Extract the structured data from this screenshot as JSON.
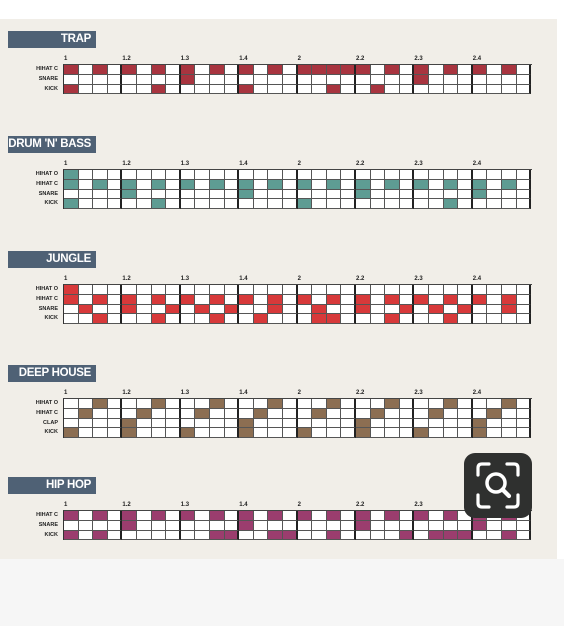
{
  "beat_labels": [
    "1",
    "1.2",
    "1.3",
    "1.4",
    "2",
    "2.2",
    "2.3",
    "2.4"
  ],
  "sections": [
    {
      "id": "trap",
      "title": "TRAP",
      "color": "#a8343f",
      "rows": [
        {
          "label": "HIHAT C",
          "hits": [
            0,
            2,
            4,
            6,
            8,
            10,
            12,
            14,
            16,
            17,
            18,
            19,
            20,
            22,
            24,
            26,
            28,
            30
          ]
        },
        {
          "label": "SNARE",
          "hits": [
            8,
            24
          ]
        },
        {
          "label": "KICK",
          "hits": [
            0,
            6,
            12,
            18,
            21
          ]
        }
      ]
    },
    {
      "id": "drum-n-bass",
      "title": "DRUM 'N' BASS",
      "color": "#5e9c93",
      "rows": [
        {
          "label": "HIHAT O",
          "hits": [
            0
          ]
        },
        {
          "label": "HIHAT C",
          "hits": [
            0,
            2,
            4,
            6,
            8,
            10,
            12,
            14,
            16,
            18,
            20,
            22,
            24,
            26,
            28,
            30
          ]
        },
        {
          "label": "SNARE",
          "hits": [
            4,
            12,
            20,
            28
          ]
        },
        {
          "label": "KICK",
          "hits": [
            0,
            6,
            16,
            26
          ]
        }
      ]
    },
    {
      "id": "jungle",
      "title": "JUNGLE",
      "color": "#d7393a",
      "rows": [
        {
          "label": "HIHAT O",
          "hits": [
            0
          ]
        },
        {
          "label": "HIHAT C",
          "hits": [
            0,
            2,
            4,
            6,
            8,
            10,
            12,
            14,
            16,
            18,
            20,
            22,
            24,
            26,
            28,
            30
          ]
        },
        {
          "label": "SNARE",
          "hits": [
            1,
            4,
            7,
            9,
            11,
            14,
            17,
            20,
            23,
            25,
            27,
            30
          ]
        },
        {
          "label": "KICK",
          "hits": [
            2,
            6,
            10,
            13,
            17,
            18,
            22,
            26
          ]
        }
      ]
    },
    {
      "id": "deep-house",
      "title": "DEEP HOUSE",
      "color": "#8c6e52",
      "rows": [
        {
          "label": "HIHAT O",
          "hits": [
            2,
            6,
            10,
            14,
            18,
            22,
            26,
            30
          ]
        },
        {
          "label": "HIHAT C",
          "hits": [
            1,
            5,
            9,
            13,
            17,
            21,
            25,
            29
          ]
        },
        {
          "label": "CLAP",
          "hits": [
            4,
            12,
            20,
            28
          ]
        },
        {
          "label": "KICK",
          "hits": [
            0,
            4,
            8,
            12,
            16,
            20,
            24,
            28
          ]
        }
      ]
    },
    {
      "id": "hip-hop",
      "title": "HIP HOP",
      "color": "#9b3d6e",
      "rows": [
        {
          "label": "HIHAT C",
          "hits": [
            0,
            2,
            4,
            6,
            8,
            10,
            12,
            14,
            16,
            18,
            20,
            22,
            24,
            26,
            28,
            30
          ]
        },
        {
          "label": "SNARE",
          "hits": [
            4,
            12,
            20,
            28
          ]
        },
        {
          "label": "KICK",
          "hits": [
            0,
            2,
            10,
            11,
            14,
            15,
            18,
            23,
            25,
            26,
            27,
            30
          ]
        }
      ]
    }
  ],
  "zoom_button": {
    "icon": "magnifier-icon"
  }
}
